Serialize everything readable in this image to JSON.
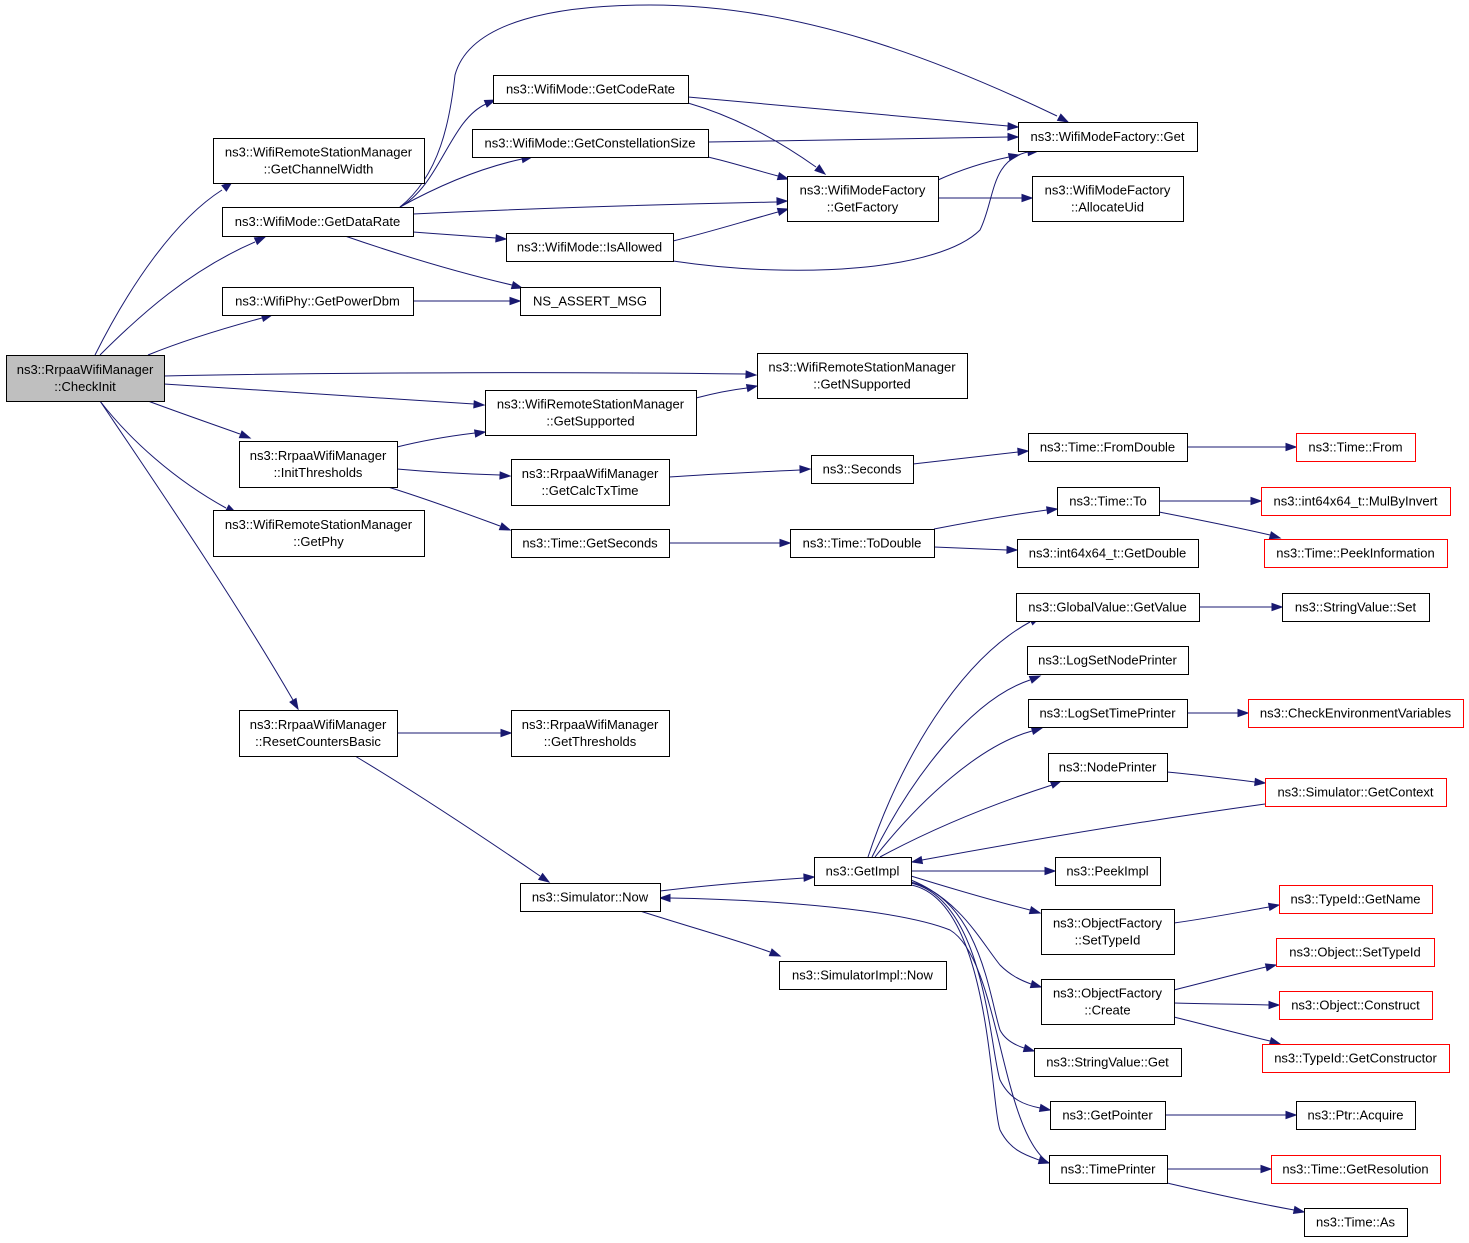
{
  "colors": {
    "edge": "#191970",
    "root_fill": "#bfbfbf",
    "node_fill": "#ffffff",
    "truncated_border": "#ff0000"
  },
  "nodes": {
    "checkinit": [
      "ns3::RrpaaWifiManager",
      "::CheckInit"
    ],
    "getchannelwidth": [
      "ns3::WifiRemoteStationManager",
      "::GetChannelWidth"
    ],
    "getdatarate": [
      "ns3::WifiMode::GetDataRate"
    ],
    "getpowerdbm": [
      "ns3::WifiPhy::GetPowerDbm"
    ],
    "initthresholds": [
      "ns3::RrpaaWifiManager",
      "::InitThresholds"
    ],
    "getphy": [
      "ns3::WifiRemoteStationManager",
      "::GetPhy"
    ],
    "resetcounters": [
      "ns3::RrpaaWifiManager",
      "::ResetCountersBasic"
    ],
    "getcoderate": [
      "ns3::WifiMode::GetCodeRate"
    ],
    "getconstellation": [
      "ns3::WifiMode::GetConstellationSize"
    ],
    "isallowed": [
      "ns3::WifiMode::IsAllowed"
    ],
    "nsassert": [
      "NS_ASSERT_MSG"
    ],
    "getsupported": [
      "ns3::WifiRemoteStationManager",
      "::GetSupported"
    ],
    "getcalctxtime": [
      "ns3::RrpaaWifiManager",
      "::GetCalcTxTime"
    ],
    "getseconds": [
      "ns3::Time::GetSeconds"
    ],
    "getthresholds": [
      "ns3::RrpaaWifiManager",
      "::GetThresholds"
    ],
    "simnow": [
      "ns3::Simulator::Now"
    ],
    "wmfget": [
      "ns3::WifiModeFactory::Get"
    ],
    "getfactory": [
      "ns3::WifiModeFactory",
      "::GetFactory"
    ],
    "allocateuid": [
      "ns3::WifiModeFactory",
      "::AllocateUid"
    ],
    "getnsupported": [
      "ns3::WifiRemoteStationManager",
      "::GetNSupported"
    ],
    "seconds": [
      "ns3::Seconds"
    ],
    "todouble": [
      "ns3::Time::ToDouble"
    ],
    "getimpl": [
      "ns3::GetImpl"
    ],
    "simimplnow": [
      "ns3::SimulatorImpl::Now"
    ],
    "fromdouble": [
      "ns3::Time::FromDouble"
    ],
    "timeto": [
      "ns3::Time::To"
    ],
    "int64getdouble": [
      "ns3::int64x64_t::GetDouble"
    ],
    "gvgetvalue": [
      "ns3::GlobalValue::GetValue"
    ],
    "logsetnode": [
      "ns3::LogSetNodePrinter"
    ],
    "logsettime": [
      "ns3::LogSetTimePrinter"
    ],
    "nodeprinter": [
      "ns3::NodePrinter"
    ],
    "peekimpl": [
      "ns3::PeekImpl"
    ],
    "ofsettypeid": [
      "ns3::ObjectFactory",
      "::SetTypeId"
    ],
    "ofcreate": [
      "ns3::ObjectFactory",
      "::Create"
    ],
    "svget": [
      "ns3::StringValue::Get"
    ],
    "getpointer": [
      "ns3::GetPointer"
    ],
    "timeprinter": [
      "ns3::TimePrinter"
    ],
    "timefrom": [
      "ns3::Time::From"
    ],
    "mulbyinvert": [
      "ns3::int64x64_t::MulByInvert"
    ],
    "peekinfo": [
      "ns3::Time::PeekInformation"
    ],
    "svset": [
      "ns3::StringValue::Set"
    ],
    "checkenv": [
      "ns3::CheckEnvironmentVariables"
    ],
    "simgetcontext": [
      "ns3::Simulator::GetContext"
    ],
    "tidgetname": [
      "ns3::TypeId::GetName"
    ],
    "objsettypeid": [
      "ns3::Object::SetTypeId"
    ],
    "objconstruct": [
      "ns3::Object::Construct"
    ],
    "tidgetctor": [
      "ns3::TypeId::GetConstructor"
    ],
    "ptracquire": [
      "ns3::Ptr::Acquire"
    ],
    "getresolution": [
      "ns3::Time::GetResolution"
    ],
    "timeas": [
      "ns3::Time::As"
    ]
  }
}
